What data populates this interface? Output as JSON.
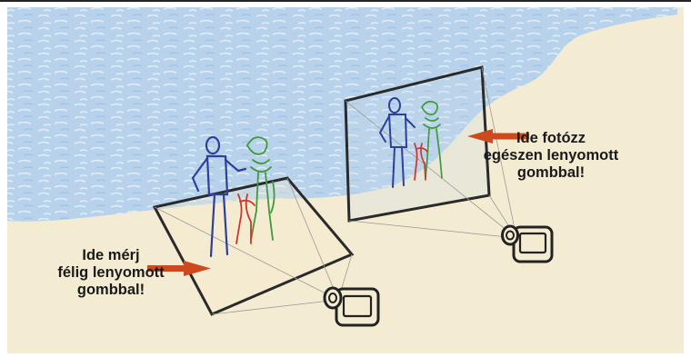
{
  "labels": {
    "measure": {
      "line1": "Ide mérj",
      "line2": "félig lenyomott",
      "line3": "gombbal!"
    },
    "shoot": {
      "line1": "Ide fotózz",
      "line2": "egészen lenyomott",
      "line3": "gombbal!"
    }
  },
  "colors": {
    "sea": "#b9d4ea",
    "sand": "#f4ecd2",
    "frame": "#2a2a2a",
    "arrow": "#cc4a1e",
    "figure_blue": "#2d3f9a",
    "figure_green": "#3e9a3a",
    "figure_red": "#d0342a"
  },
  "icons": [
    "camera-icon",
    "camera-icon",
    "arrow-left-icon",
    "arrow-right-icon"
  ]
}
